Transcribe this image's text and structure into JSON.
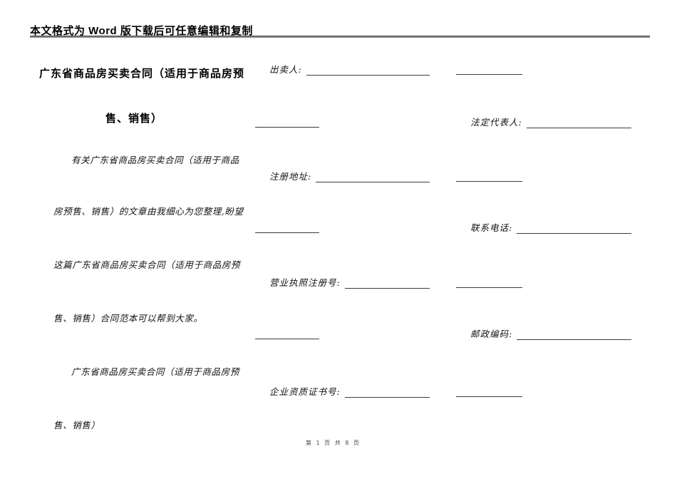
{
  "header": {
    "notice": "本文格式为 Word 版下载后可任意编辑和复制"
  },
  "title": {
    "line1": "广东省商品房买卖合同（适用于商品房预",
    "line2": "售、销售）"
  },
  "intro": {
    "lines": [
      "有关广东省商品房买卖合同（适用于商品",
      "房预售、销售）的文章由我细心为您整理,盼望",
      "这篇广东省商品房买卖合同（适用于商品房预",
      "售、销售）合同范本可以帮到大家。"
    ]
  },
  "subtitle": {
    "lines": [
      "广东省商品房买卖合同（适用于商品房预",
      "售、销售）"
    ]
  },
  "form": {
    "fields": [
      {
        "label": "出卖人:"
      },
      {
        "label": "法定代表人:"
      },
      {
        "label": "注册地址:"
      },
      {
        "label": "联系电话:"
      },
      {
        "label": "营业执照注册号:"
      },
      {
        "label": "邮政编码:"
      },
      {
        "label": "企业资质证书号:"
      }
    ]
  },
  "footer": {
    "page_info": "第 1 页 共 8 页"
  }
}
